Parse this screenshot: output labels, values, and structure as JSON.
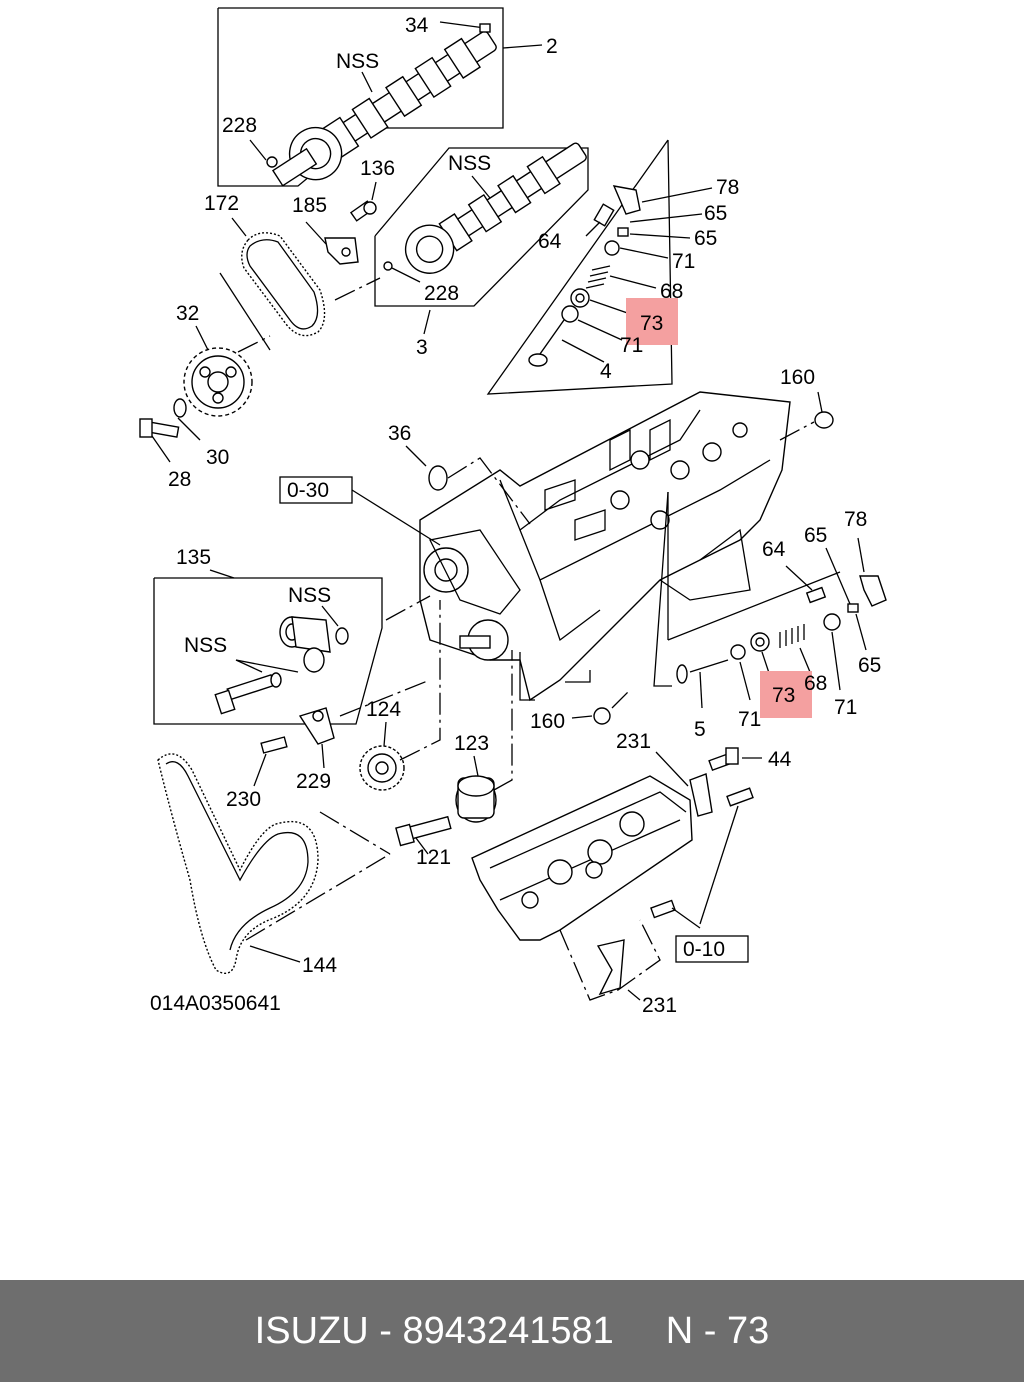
{
  "figure_code": "014A0350641",
  "labels": {
    "l34": "34",
    "l2": "2",
    "nss_top": "NSS",
    "l228_top": "228",
    "l136": "136",
    "nss_mid": "NSS",
    "l172": "172",
    "l185": "185",
    "l228_mid": "228",
    "l3": "3",
    "l32": "32",
    "l28": "28",
    "l30": "30",
    "r78": "78",
    "r65a": "65",
    "r64": "64",
    "r65b": "65",
    "r71a": "71",
    "r68": "68",
    "r73": "73",
    "r71b": "71",
    "r4": "4",
    "l160_top": "160",
    "l36": "36",
    "ref030": "0-30",
    "l135": "135",
    "nss_a": "NSS",
    "nss_b": "NSS",
    "b64": "64",
    "b65": "65",
    "b78": "78",
    "b68": "68",
    "b73": "73",
    "b65b": "65",
    "b71a": "71",
    "b71b": "71",
    "b5": "5",
    "l160_bot": "160",
    "l124": "124",
    "l123": "123",
    "l230": "230",
    "l229": "229",
    "l231_top": "231",
    "l44": "44",
    "l121": "121",
    "ref010": "0-10",
    "l144": "144",
    "l231_bot": "231"
  },
  "highlight_color": "#f4a0a0",
  "footer": {
    "brand": "ISUZU",
    "sep1": " - ",
    "part_number": "8943241581",
    "position_label": "N",
    "sep2": " - ",
    "position_number": "73"
  }
}
